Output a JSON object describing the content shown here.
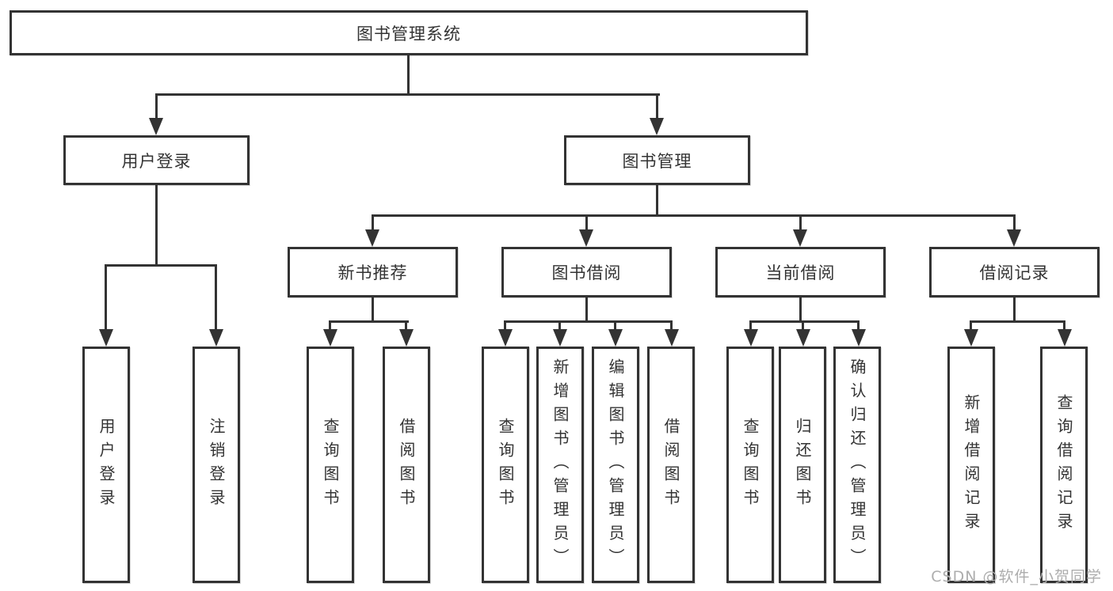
{
  "diagram": {
    "title": "图书管理系统",
    "tree": {
      "label": "图书管理系统",
      "children": [
        {
          "label": "用户登录",
          "children": [
            {
              "label": "用户登录"
            },
            {
              "label": "注销登录"
            }
          ]
        },
        {
          "label": "图书管理",
          "children": [
            {
              "label": "新书推荐",
              "children": [
                {
                  "label": "查询图书"
                },
                {
                  "label": "借阅图书"
                }
              ]
            },
            {
              "label": "图书借阅",
              "children": [
                {
                  "label": "查询图书"
                },
                {
                  "label": "新增图书（管理员）"
                },
                {
                  "label": "编辑图书（管理员）"
                },
                {
                  "label": "借阅图书"
                }
              ]
            },
            {
              "label": "当前借阅",
              "children": [
                {
                  "label": "查询图书"
                },
                {
                  "label": "归还图书"
                },
                {
                  "label": "确认归还（管理员）"
                }
              ]
            },
            {
              "label": "借阅记录",
              "children": [
                {
                  "label": "新增借阅记录"
                },
                {
                  "label": "查询借阅记录"
                }
              ]
            }
          ]
        }
      ]
    },
    "colors": {
      "line": "#333333",
      "text": "#333333",
      "background": "#ffffff",
      "watermark": "#adadad"
    }
  },
  "watermark": {
    "text": "CSDN @软件_小贺同学"
  }
}
